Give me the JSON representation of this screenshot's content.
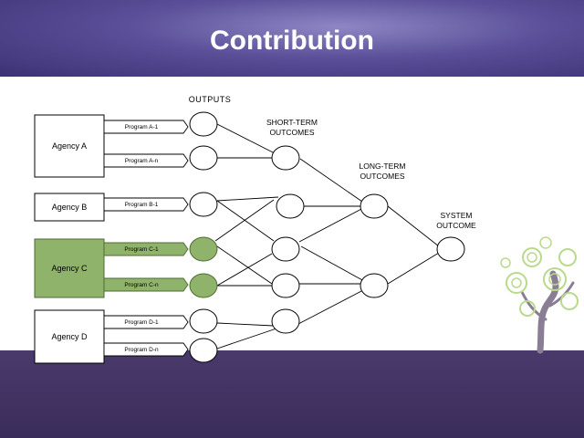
{
  "slide": {
    "title": "Contribution"
  },
  "diagram": {
    "headers": {
      "outputs": "OUTPUTS",
      "short_term": [
        "SHORT-TERM",
        "OUTCOMES"
      ],
      "long_term": [
        "LONG-TERM",
        "OUTCOMES"
      ],
      "system": [
        "SYSTEM",
        "OUTCOME"
      ]
    },
    "agencies": [
      {
        "label": "Agency A",
        "highlighted": false
      },
      {
        "label": "Agency B",
        "highlighted": false
      },
      {
        "label": "Agency C",
        "highlighted": true
      },
      {
        "label": "Agency D",
        "highlighted": false
      }
    ],
    "programs": [
      {
        "label": "Program A-1",
        "agency": 0,
        "highlighted": false
      },
      {
        "label": "Program A-n",
        "agency": 0,
        "highlighted": false
      },
      {
        "label": "Program B-1",
        "agency": 1,
        "highlighted": false
      },
      {
        "label": "Program C-1",
        "agency": 2,
        "highlighted": true
      },
      {
        "label": "Program C-n",
        "agency": 2,
        "highlighted": true
      },
      {
        "label": "Program D-1",
        "agency": 3,
        "highlighted": false
      },
      {
        "label": "Program D-n",
        "agency": 3,
        "highlighted": false
      }
    ],
    "colors": {
      "highlight": "#8fb36a",
      "highlight_border": "#4d6b34",
      "header_band": "#5a4f98",
      "footer_band": "#3a2c5a"
    }
  }
}
